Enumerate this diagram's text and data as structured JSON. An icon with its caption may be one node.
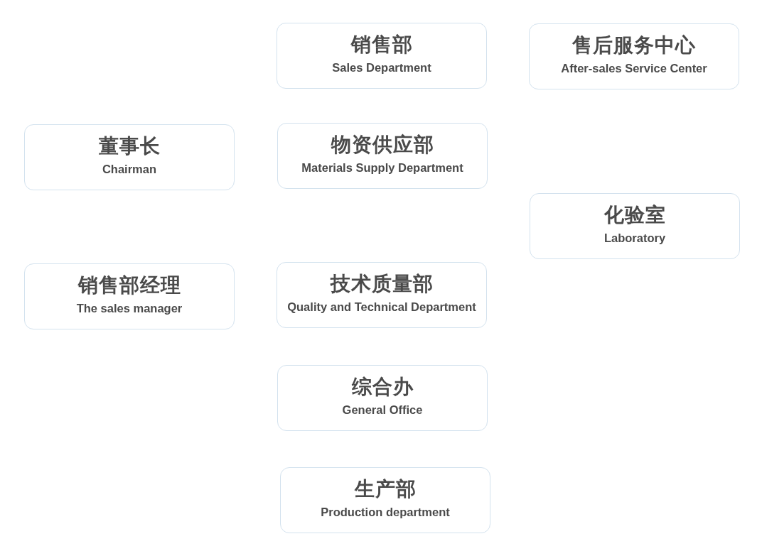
{
  "diagram": {
    "nodes": [
      {
        "text": [
          "销售部",
          "Sales Department"
        ]
      },
      {
        "text": [
          "售后服务中心",
          "After-sales Service Center"
        ]
      },
      {
        "text": [
          "董事长",
          "Chairman"
        ]
      },
      {
        "text": [
          "物资供应部",
          "Materials Supply Department"
        ]
      },
      {
        "text": [
          "化验室",
          "Laboratory"
        ]
      },
      {
        "text": [
          "销售部经理",
          "The sales manager"
        ]
      },
      {
        "text": [
          "技术质量部",
          "Quality and Technical Department"
        ]
      },
      {
        "text": [
          "综合办",
          "General Office"
        ]
      },
      {
        "text": [
          "生产部",
          "Production department"
        ]
      }
    ]
  }
}
